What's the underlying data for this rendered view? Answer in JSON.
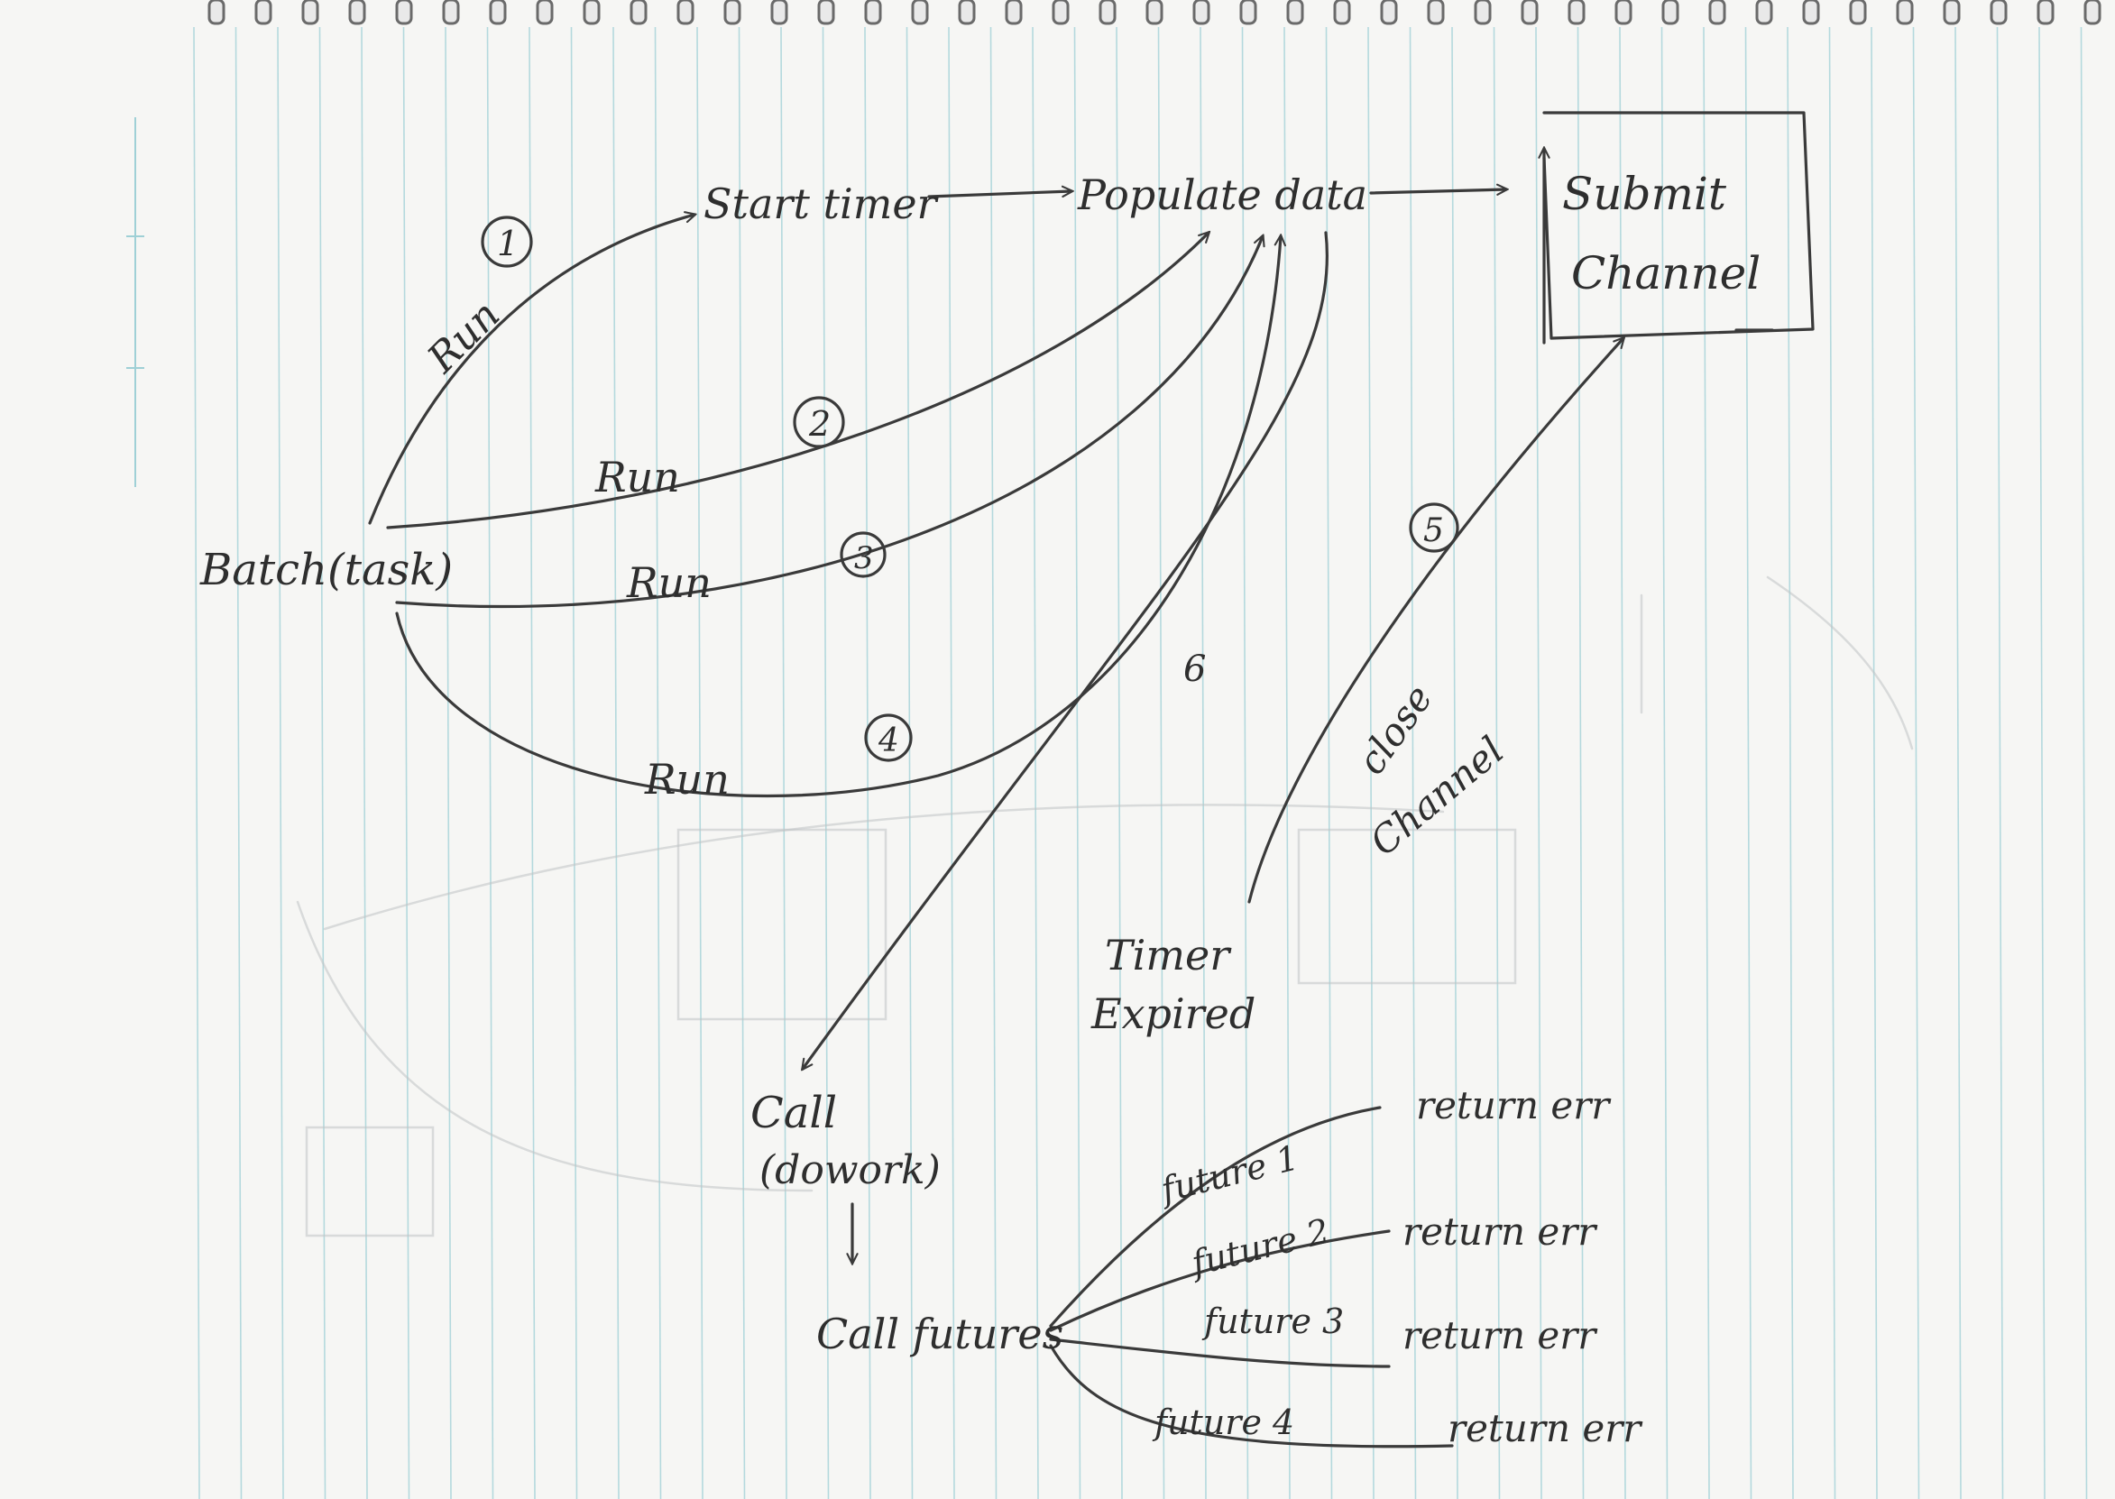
{
  "nodes": {
    "start_timer": "Start timer",
    "populate_data": "Populate data",
    "submit_channel_line1": "Submit",
    "submit_channel_line2": "Channel",
    "batch_task": "Batch(task)",
    "timer_expired_line1": "Timer",
    "timer_expired_line2": "Expired",
    "call_line1": "Call",
    "call_line2": "(dowork)",
    "call_futures": "Call futures"
  },
  "edges": {
    "run_1": "Run",
    "run_2": "Run",
    "run_3": "Run",
    "run_4": "Run",
    "step_1": "1",
    "step_2": "2",
    "step_3": "3",
    "step_4": "4",
    "step_5": "5",
    "step_6": "6",
    "close_channel_line1": "close",
    "close_channel_line2": "Channel"
  },
  "futures": [
    {
      "label": "future 1",
      "result": "return err"
    },
    {
      "label": "future 2",
      "result": "return err"
    },
    {
      "label": "future 3",
      "result": "return err"
    },
    {
      "label": "future 4",
      "result": "return err"
    }
  ],
  "colors": {
    "paper": "#f6f6f4",
    "rule_line": "#9fd0d6",
    "margin_line": "#9fd0d6",
    "pencil": "#3a3a3a",
    "spiral": "#6a6a6a"
  }
}
